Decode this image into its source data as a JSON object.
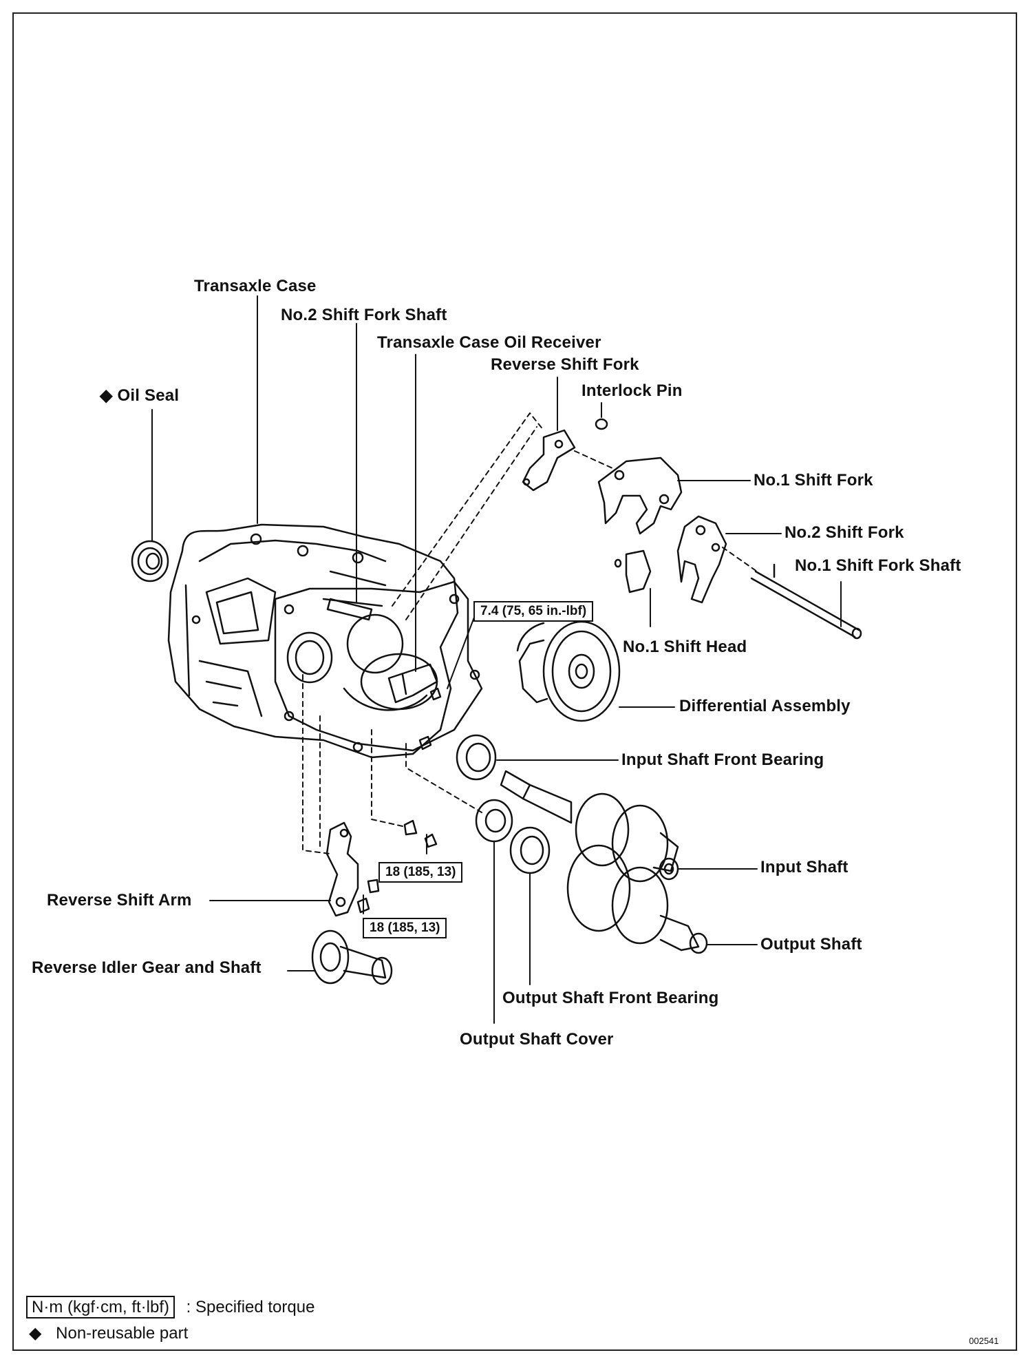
{
  "labels": {
    "transaxle_case": "Transaxle Case",
    "no2_shift_fork_shaft": "No.2 Shift Fork Shaft",
    "oil_receiver": "Transaxle Case Oil Receiver",
    "reverse_shift_fork": "Reverse Shift Fork",
    "interlock_pin": "Interlock Pin",
    "oil_seal": "Oil Seal",
    "oil_seal_mark": "◆",
    "no1_shift_fork": "No.1 Shift Fork",
    "no2_shift_fork": "No.2 Shift Fork",
    "no1_shift_fork_shaft": "No.1 Shift Fork Shaft",
    "no1_shift_head": "No.1 Shift Head",
    "differential_assembly": "Differential Assembly",
    "input_shaft_front_bearing": "Input Shaft Front Bearing",
    "input_shaft": "Input Shaft",
    "output_shaft": "Output Shaft",
    "output_shaft_front_bearing": "Output Shaft Front Bearing",
    "output_shaft_cover": "Output Shaft Cover",
    "reverse_shift_arm": "Reverse Shift Arm",
    "reverse_idler": "Reverse Idler Gear and Shaft"
  },
  "torque": {
    "oil_receiver_bolt": "7.4 (75, 65 in.-lbf)",
    "reverse_bolt_1": "18 (185, 13)",
    "reverse_bolt_2": "18 (185, 13)"
  },
  "legend": {
    "unit_box": "N·m (kgf·cm, ft·lbf)",
    "unit_desc": ":  Specified torque",
    "diamond": "◆",
    "nonreusable": "Non-reusable part"
  },
  "figure_code": "002541"
}
